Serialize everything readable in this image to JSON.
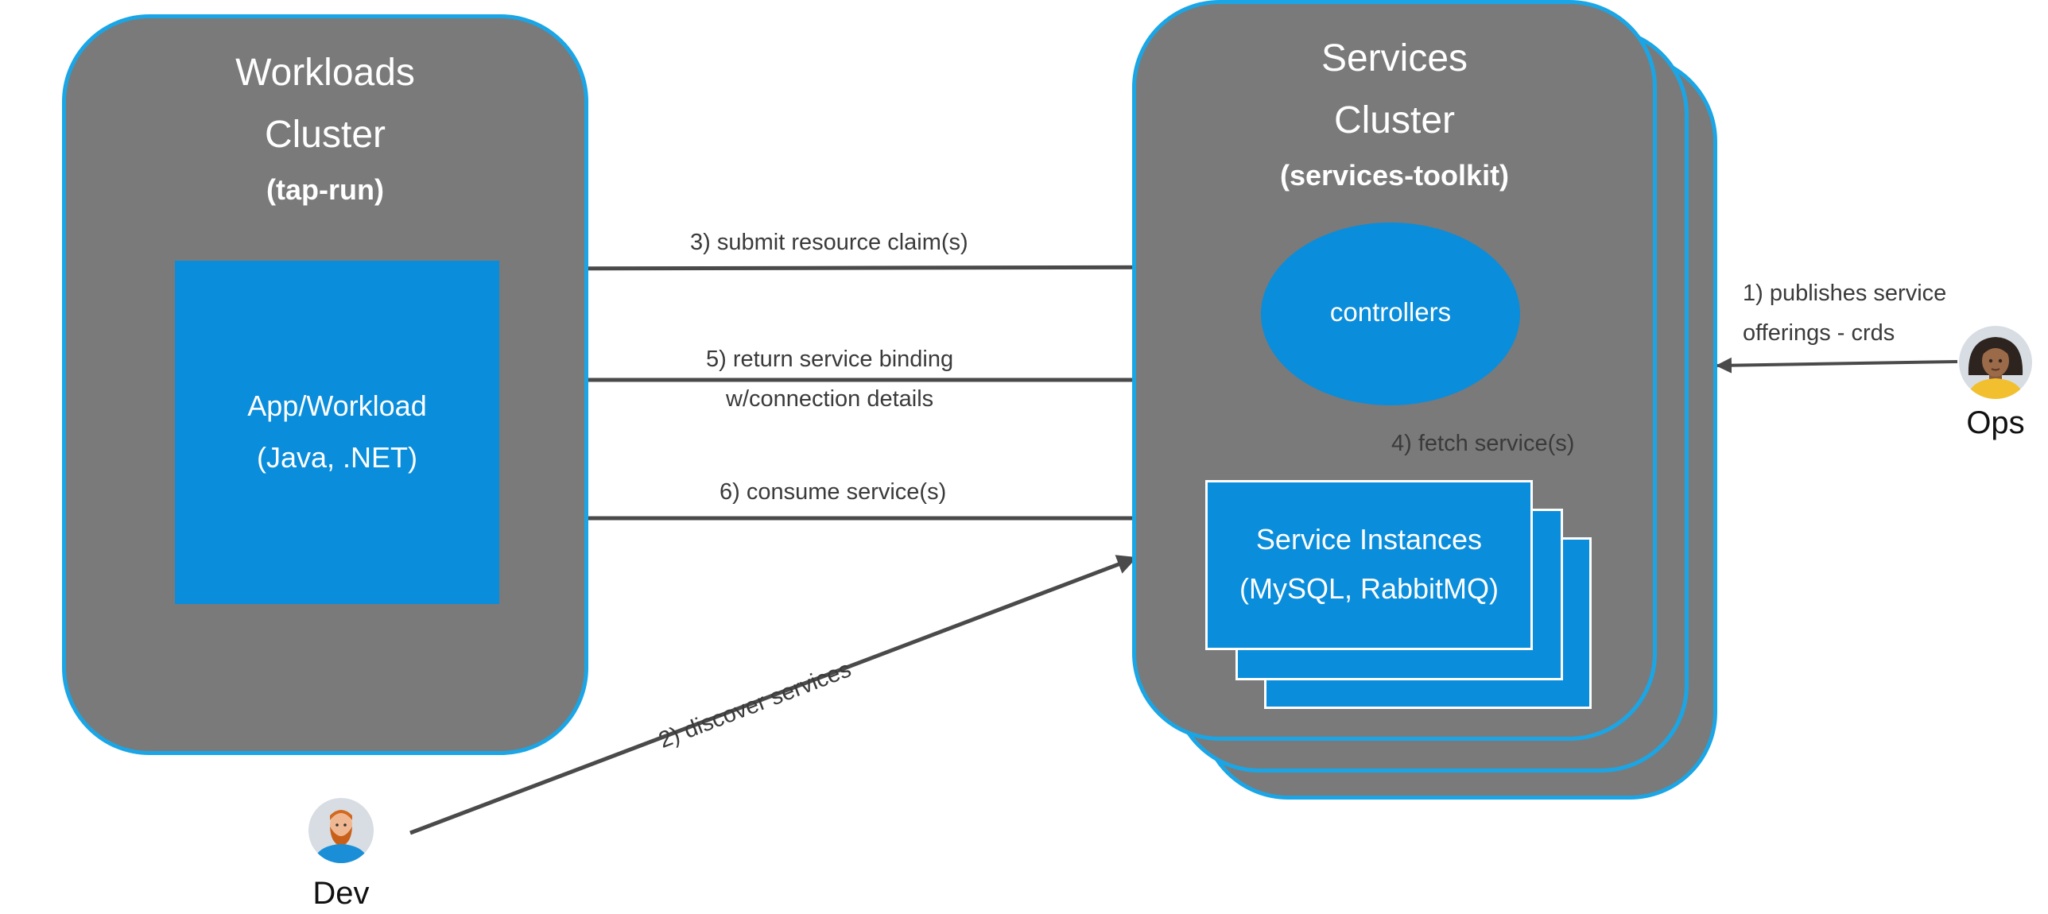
{
  "workloads_cluster": {
    "title_line1": "Workloads",
    "title_line2": "Cluster",
    "subtitle": "(tap-run)",
    "app": {
      "line1": "App/Workload",
      "line2": "(Java, .NET)"
    }
  },
  "services_cluster": {
    "title_line1": "Services",
    "title_line2": "Cluster",
    "subtitle": "(services-toolkit)",
    "controllers": "controllers",
    "instances": {
      "line1": "Service Instances",
      "line2": "(MySQL, RabbitMQ)"
    }
  },
  "arrows": {
    "submit_claim": "3) submit resource claim(s)",
    "return_binding_line1": "5) return service binding",
    "return_binding_line2": "w/connection details",
    "consume": "6) consume service(s)",
    "fetch": "4) fetch service(s)",
    "publishes_line1": "1) publishes service",
    "publishes_line2": "offerings - crds",
    "discover": "2) discover services"
  },
  "actors": {
    "ops": "Ops",
    "dev": "Dev"
  },
  "colors": {
    "cluster_fill": "#7a7a7a",
    "cluster_border": "#1aa6e6",
    "component_fill": "#0a8ddb",
    "arrow": "#4a4a4a"
  }
}
